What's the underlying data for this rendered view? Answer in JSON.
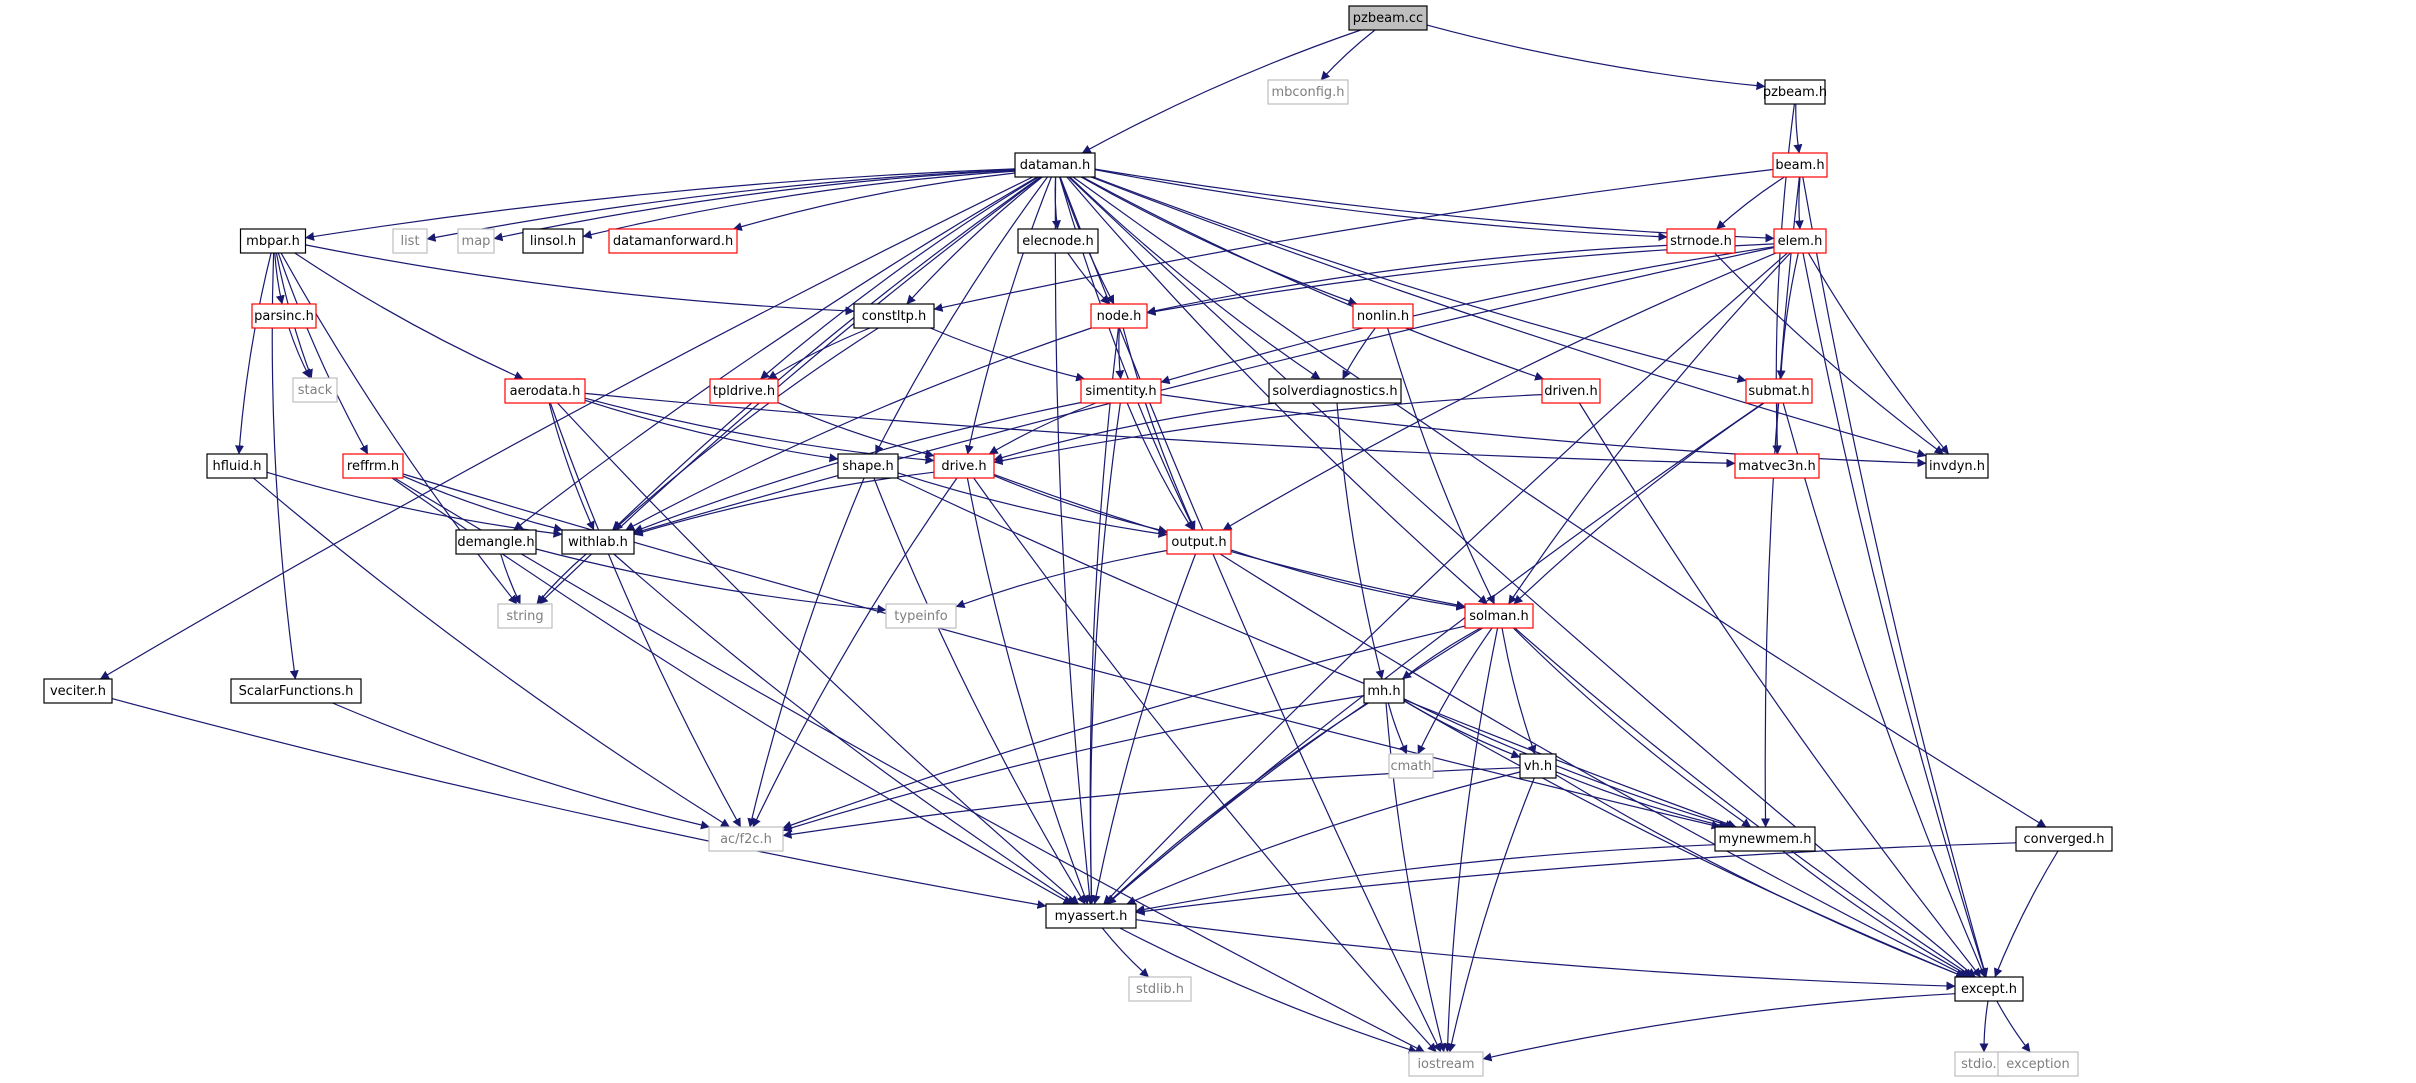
{
  "colors": {
    "edge": "#191970",
    "border_normal": "#000000",
    "border_truncated": "#ff0000",
    "border_system": "#bfbfbf",
    "fill_root": "#bfbfbf",
    "fill_normal": "#ffffff",
    "text_normal": "#000000",
    "text_system": "#7f7f7f"
  },
  "nodes": [
    {
      "id": "pzbeam_cc",
      "label": "pzbeam.cc",
      "kind": "root"
    },
    {
      "id": "mbconfig",
      "label": "mbconfig.h",
      "kind": "system"
    },
    {
      "id": "pzbeam_h",
      "label": "pzbeam.h",
      "kind": "normal"
    },
    {
      "id": "dataman",
      "label": "dataman.h",
      "kind": "normal"
    },
    {
      "id": "beam",
      "label": "beam.h",
      "kind": "truncated"
    },
    {
      "id": "mbpar",
      "label": "mbpar.h",
      "kind": "normal"
    },
    {
      "id": "list",
      "label": "list",
      "kind": "system"
    },
    {
      "id": "map",
      "label": "map",
      "kind": "system"
    },
    {
      "id": "linsol",
      "label": "linsol.h",
      "kind": "normal"
    },
    {
      "id": "datamanforward",
      "label": "datamanforward.h",
      "kind": "truncated"
    },
    {
      "id": "elecnode",
      "label": "elecnode.h",
      "kind": "normal"
    },
    {
      "id": "strnode",
      "label": "strnode.h",
      "kind": "truncated"
    },
    {
      "id": "elem",
      "label": "elem.h",
      "kind": "truncated"
    },
    {
      "id": "parsinc",
      "label": "parsinc.h",
      "kind": "truncated"
    },
    {
      "id": "constltp",
      "label": "constltp.h",
      "kind": "normal"
    },
    {
      "id": "node",
      "label": "node.h",
      "kind": "truncated"
    },
    {
      "id": "nonlin",
      "label": "nonlin.h",
      "kind": "truncated"
    },
    {
      "id": "stack",
      "label": "stack",
      "kind": "system"
    },
    {
      "id": "aerodata",
      "label": "aerodata.h",
      "kind": "truncated"
    },
    {
      "id": "tpldrive",
      "label": "tpldrive.h",
      "kind": "truncated"
    },
    {
      "id": "simentity",
      "label": "simentity.h",
      "kind": "truncated"
    },
    {
      "id": "solverdiagnostics",
      "label": "solverdiagnostics.h",
      "kind": "normal"
    },
    {
      "id": "driven",
      "label": "driven.h",
      "kind": "truncated"
    },
    {
      "id": "submat",
      "label": "submat.h",
      "kind": "truncated"
    },
    {
      "id": "invdyn",
      "label": "invdyn.h",
      "kind": "normal"
    },
    {
      "id": "hfluid",
      "label": "hfluid.h",
      "kind": "normal"
    },
    {
      "id": "reffrm",
      "label": "reffrm.h",
      "kind": "truncated"
    },
    {
      "id": "shape",
      "label": "shape.h",
      "kind": "normal"
    },
    {
      "id": "drive",
      "label": "drive.h",
      "kind": "truncated"
    },
    {
      "id": "matvec3n",
      "label": "matvec3n.h",
      "kind": "truncated"
    },
    {
      "id": "demangle",
      "label": "demangle.h",
      "kind": "normal"
    },
    {
      "id": "withlab",
      "label": "withlab.h",
      "kind": "normal"
    },
    {
      "id": "output",
      "label": "output.h",
      "kind": "truncated"
    },
    {
      "id": "string",
      "label": "string",
      "kind": "system"
    },
    {
      "id": "typeinfo",
      "label": "typeinfo",
      "kind": "system"
    },
    {
      "id": "solman",
      "label": "solman.h",
      "kind": "truncated"
    },
    {
      "id": "veciter",
      "label": "veciter.h",
      "kind": "normal"
    },
    {
      "id": "scalarfunctions",
      "label": "ScalarFunctions.h",
      "kind": "normal"
    },
    {
      "id": "mh",
      "label": "mh.h",
      "kind": "normal"
    },
    {
      "id": "cmath",
      "label": "cmath",
      "kind": "system"
    },
    {
      "id": "vh",
      "label": "vh.h",
      "kind": "normal"
    },
    {
      "id": "ac_f2c",
      "label": "ac/f2c.h",
      "kind": "system"
    },
    {
      "id": "mynewmem",
      "label": "mynewmem.h",
      "kind": "normal"
    },
    {
      "id": "converged",
      "label": "converged.h",
      "kind": "normal"
    },
    {
      "id": "myassert",
      "label": "myassert.h",
      "kind": "normal"
    },
    {
      "id": "stdlib",
      "label": "stdlib.h",
      "kind": "system"
    },
    {
      "id": "except",
      "label": "except.h",
      "kind": "normal"
    },
    {
      "id": "iostream",
      "label": "iostream",
      "kind": "system"
    },
    {
      "id": "stdio",
      "label": "stdio.h",
      "kind": "system"
    },
    {
      "id": "exception",
      "label": "exception",
      "kind": "system"
    }
  ],
  "edges": [
    [
      "pzbeam_cc",
      "mbconfig"
    ],
    [
      "pzbeam_cc",
      "dataman"
    ],
    [
      "pzbeam_cc",
      "pzbeam_h"
    ],
    [
      "pzbeam_h",
      "beam"
    ],
    [
      "pzbeam_h",
      "matvec3n"
    ],
    [
      "dataman",
      "mbpar"
    ],
    [
      "dataman",
      "list"
    ],
    [
      "dataman",
      "map"
    ],
    [
      "dataman",
      "linsol"
    ],
    [
      "dataman",
      "datamanforward"
    ],
    [
      "dataman",
      "elecnode"
    ],
    [
      "dataman",
      "strnode"
    ],
    [
      "dataman",
      "elem"
    ],
    [
      "dataman",
      "constltp"
    ],
    [
      "dataman",
      "node"
    ],
    [
      "dataman",
      "nonlin"
    ],
    [
      "dataman",
      "tpldrive"
    ],
    [
      "dataman",
      "solverdiagnostics"
    ],
    [
      "dataman",
      "driven"
    ],
    [
      "dataman",
      "submat"
    ],
    [
      "dataman",
      "invdyn"
    ],
    [
      "dataman",
      "shape"
    ],
    [
      "dataman",
      "drive"
    ],
    [
      "dataman",
      "demangle"
    ],
    [
      "dataman",
      "withlab"
    ],
    [
      "dataman",
      "output"
    ],
    [
      "dataman",
      "string"
    ],
    [
      "dataman",
      "solman"
    ],
    [
      "dataman",
      "veciter"
    ],
    [
      "dataman",
      "converged"
    ],
    [
      "dataman",
      "myassert"
    ],
    [
      "dataman",
      "except"
    ],
    [
      "dataman",
      "iostream"
    ],
    [
      "beam",
      "strnode"
    ],
    [
      "beam",
      "elem"
    ],
    [
      "beam",
      "constltp"
    ],
    [
      "beam",
      "mynewmem"
    ],
    [
      "beam",
      "except"
    ],
    [
      "mbpar",
      "parsinc"
    ],
    [
      "mbpar",
      "stack"
    ],
    [
      "mbpar",
      "constltp"
    ],
    [
      "mbpar",
      "aerodata"
    ],
    [
      "mbpar",
      "hfluid"
    ],
    [
      "mbpar",
      "reffrm"
    ],
    [
      "mbpar",
      "scalarfunctions"
    ],
    [
      "mbpar",
      "string"
    ],
    [
      "parsinc",
      "stack"
    ],
    [
      "elecnode",
      "node"
    ],
    [
      "strnode",
      "node"
    ],
    [
      "strnode",
      "invdyn"
    ],
    [
      "elem",
      "node"
    ],
    [
      "elem",
      "simentity"
    ],
    [
      "elem",
      "withlab"
    ],
    [
      "elem",
      "output"
    ],
    [
      "elem",
      "submat"
    ],
    [
      "elem",
      "invdyn"
    ],
    [
      "elem",
      "solman"
    ],
    [
      "elem",
      "myassert"
    ],
    [
      "elem",
      "except"
    ],
    [
      "constltp",
      "tpldrive"
    ],
    [
      "constltp",
      "simentity"
    ],
    [
      "constltp",
      "withlab"
    ],
    [
      "node",
      "simentity"
    ],
    [
      "node",
      "output"
    ],
    [
      "node",
      "withlab"
    ],
    [
      "node",
      "myassert"
    ],
    [
      "nonlin",
      "solverdiagnostics"
    ],
    [
      "nonlin",
      "solman"
    ],
    [
      "aerodata",
      "drive"
    ],
    [
      "aerodata",
      "shape"
    ],
    [
      "aerodata",
      "withlab"
    ],
    [
      "aerodata",
      "matvec3n"
    ],
    [
      "aerodata",
      "myassert"
    ],
    [
      "aerodata",
      "ac_f2c"
    ],
    [
      "tpldrive",
      "drive"
    ],
    [
      "simentity",
      "drive"
    ],
    [
      "simentity",
      "output"
    ],
    [
      "simentity",
      "invdyn"
    ],
    [
      "simentity",
      "withlab"
    ],
    [
      "simentity",
      "myassert"
    ],
    [
      "solverdiagnostics",
      "drive"
    ],
    [
      "solverdiagnostics",
      "mh"
    ],
    [
      "driven",
      "drive"
    ],
    [
      "driven",
      "except"
    ],
    [
      "submat",
      "matvec3n"
    ],
    [
      "submat",
      "solman"
    ],
    [
      "submat",
      "myassert"
    ],
    [
      "submat",
      "except"
    ],
    [
      "hfluid",
      "withlab"
    ],
    [
      "hfluid",
      "ac_f2c"
    ],
    [
      "reffrm",
      "withlab"
    ],
    [
      "reffrm",
      "mynewmem"
    ],
    [
      "reffrm",
      "myassert"
    ],
    [
      "reffrm",
      "iostream"
    ],
    [
      "shape",
      "output"
    ],
    [
      "shape",
      "ac_f2c"
    ],
    [
      "shape",
      "mynewmem"
    ],
    [
      "shape",
      "myassert"
    ],
    [
      "drive",
      "withlab"
    ],
    [
      "drive",
      "output"
    ],
    [
      "drive",
      "solman"
    ],
    [
      "drive",
      "ac_f2c"
    ],
    [
      "drive",
      "myassert"
    ],
    [
      "drive",
      "iostream"
    ],
    [
      "demangle",
      "string"
    ],
    [
      "demangle",
      "typeinfo"
    ],
    [
      "withlab",
      "string"
    ],
    [
      "withlab",
      "myassert"
    ],
    [
      "output",
      "typeinfo"
    ],
    [
      "output",
      "solman"
    ],
    [
      "output",
      "myassert"
    ],
    [
      "output",
      "except"
    ],
    [
      "solman",
      "mh"
    ],
    [
      "solman",
      "vh"
    ],
    [
      "solman",
      "cmath"
    ],
    [
      "solman",
      "ac_f2c"
    ],
    [
      "solman",
      "mynewmem"
    ],
    [
      "solman",
      "myassert"
    ],
    [
      "solman",
      "except"
    ],
    [
      "solman",
      "iostream"
    ],
    [
      "veciter",
      "myassert"
    ],
    [
      "scalarfunctions",
      "ac_f2c"
    ],
    [
      "mh",
      "vh"
    ],
    [
      "mh",
      "cmath"
    ],
    [
      "mh",
      "ac_f2c"
    ],
    [
      "mh",
      "mynewmem"
    ],
    [
      "mh",
      "myassert"
    ],
    [
      "mh",
      "except"
    ],
    [
      "mh",
      "iostream"
    ],
    [
      "vh",
      "ac_f2c"
    ],
    [
      "vh",
      "mynewmem"
    ],
    [
      "vh",
      "myassert"
    ],
    [
      "vh",
      "except"
    ],
    [
      "vh",
      "iostream"
    ],
    [
      "mynewmem",
      "myassert"
    ],
    [
      "mynewmem",
      "except"
    ],
    [
      "converged",
      "myassert"
    ],
    [
      "converged",
      "except"
    ],
    [
      "myassert",
      "stdlib"
    ],
    [
      "myassert",
      "except"
    ],
    [
      "myassert",
      "iostream"
    ],
    [
      "except",
      "stdio"
    ],
    [
      "except",
      "exception"
    ],
    [
      "except",
      "iostream"
    ]
  ]
}
